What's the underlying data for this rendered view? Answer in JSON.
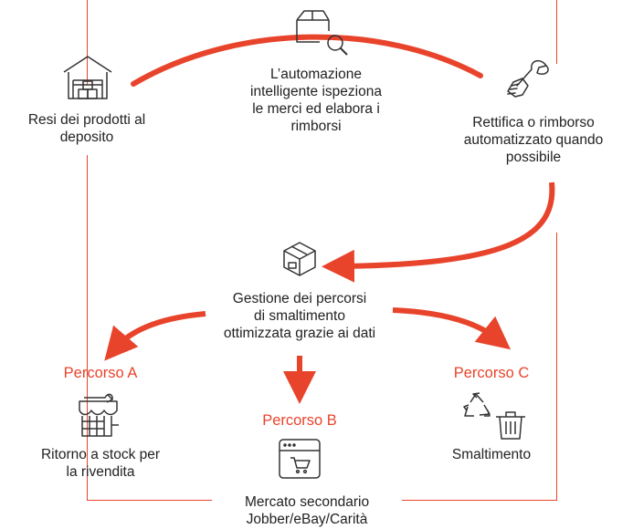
{
  "nodes": {
    "warehouse": {
      "label": "Resi dei prodotti al\ndeposito"
    },
    "inspection": {
      "label": "L’automazione\nintelligente ispeziona\nle merci ed elabora i\nrimborsi"
    },
    "repair": {
      "label": "Rettifica o rimborso\nautomatizzato quando\npossibile"
    },
    "disposition": {
      "label": "Gestione dei percorsi\ndi smaltimento\nottimizzata grazie ai dati"
    },
    "route_a": {
      "title": "Percorso A",
      "label": "Ritorno a stock per\nla rivendita"
    },
    "route_b": {
      "title": "Percorso B",
      "label": "Mercato secondario\nJobber/eBay/Carità"
    },
    "route_c": {
      "title": "Percorso C",
      "label": "Smaltimento"
    }
  },
  "colors": {
    "accent": "#e8442c",
    "text": "#222222",
    "icon": "#333333"
  },
  "icons": [
    "warehouse-icon",
    "package-search-icon",
    "wrench-hand-icon",
    "box-icon",
    "market-stall-icon",
    "browser-cart-icon",
    "recycle-icon",
    "trash-can-icon"
  ]
}
